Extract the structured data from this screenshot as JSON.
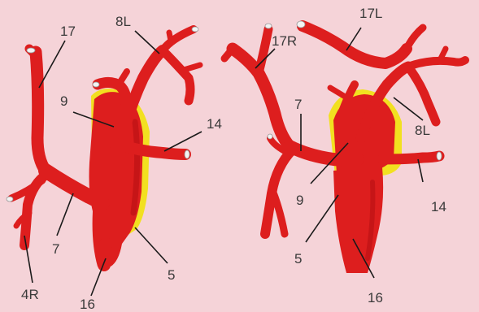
{
  "colors": {
    "background": "#f5d3d8",
    "vessel": "#dd1e1e",
    "vessel_shadow": "#b30f12",
    "tissue_outline": "#f2e020",
    "leader": "#1a1a1a",
    "label_text": "#3a3a3a"
  },
  "left_diagram": {
    "labels": {
      "l17": "17",
      "l8L": "8L",
      "l9": "9",
      "l14": "14",
      "l7": "7",
      "l5": "5",
      "l4R": "4R",
      "l16": "16"
    }
  },
  "right_diagram": {
    "labels": {
      "l17L": "17L",
      "l17R": "17R",
      "l7": "7",
      "l8L": "8L",
      "l14": "14",
      "l9": "9",
      "l5": "5",
      "l16": "16"
    }
  }
}
